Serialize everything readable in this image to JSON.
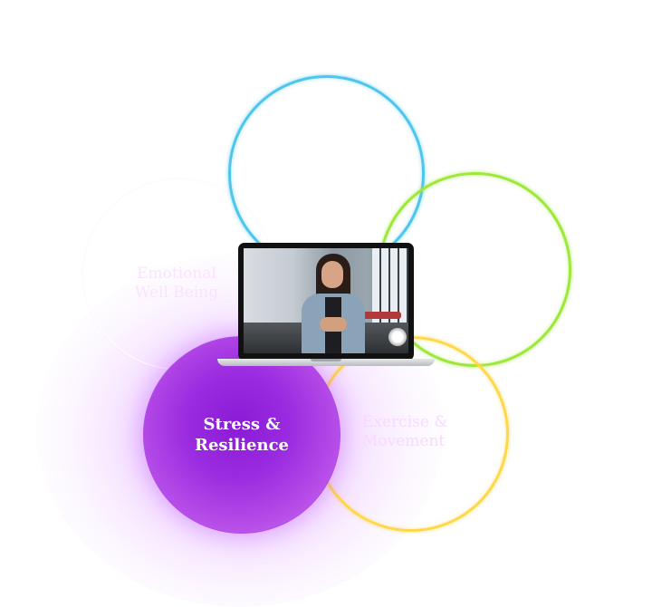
{
  "diagram": {
    "circles": [
      {
        "id": "emotional",
        "label_line1": "Emotional",
        "label_line2": "Well Being",
        "color": "#ffffff"
      },
      {
        "id": "mental",
        "label_line1": "",
        "label_line2": "",
        "color": "#4dc6ee"
      },
      {
        "id": "sleep",
        "label_line1": "",
        "label_line2": "",
        "color": "#9ee83a"
      },
      {
        "id": "exercise",
        "label_line1": "Exercise &",
        "label_line2": "Movement",
        "color": "#ffd84a"
      },
      {
        "id": "stress",
        "label_line1": "Stress &",
        "label_line2": "Resilience",
        "color": "#9b2be0",
        "active": true
      }
    ],
    "center_image": "laptop-video-call-woman-smiling"
  }
}
